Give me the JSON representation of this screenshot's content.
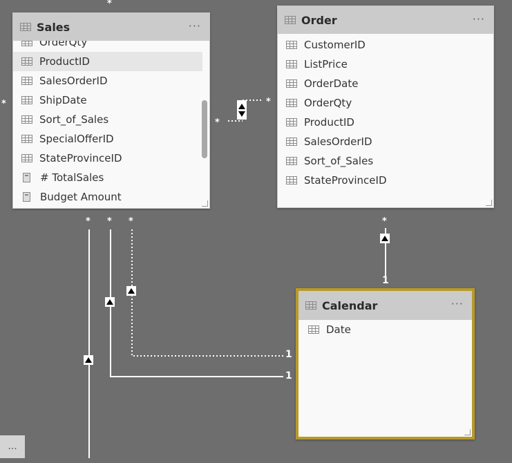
{
  "tables": {
    "sales": {
      "title": "Sales",
      "more": "···",
      "fields": [
        {
          "name": "OrderQty",
          "type": "column"
        },
        {
          "name": "ProductID",
          "type": "column"
        },
        {
          "name": "SalesOrderID",
          "type": "column"
        },
        {
          "name": "ShipDate",
          "type": "column"
        },
        {
          "name": "Sort_of_Sales",
          "type": "column"
        },
        {
          "name": "SpecialOfferID",
          "type": "column"
        },
        {
          "name": "StateProvinceID",
          "type": "column"
        },
        {
          "name": "# TotalSales",
          "type": "measure"
        },
        {
          "name": "Budget Amount",
          "type": "measure"
        }
      ]
    },
    "order": {
      "title": "Order",
      "more": "···",
      "fields": [
        {
          "name": "CustomerID"
        },
        {
          "name": "ListPrice"
        },
        {
          "name": "OrderDate"
        },
        {
          "name": "OrderQty"
        },
        {
          "name": "ProductID"
        },
        {
          "name": "SalesOrderID"
        },
        {
          "name": "Sort_of_Sales"
        },
        {
          "name": "StateProvinceID"
        }
      ]
    },
    "calendar": {
      "title": "Calendar",
      "more": "···",
      "fields": [
        {
          "name": "Date"
        }
      ]
    }
  },
  "cardinality": {
    "many": "*",
    "one": "1"
  },
  "bottom_tab": {
    "label": "···"
  },
  "colors": {
    "canvas": "#6e6e6e",
    "selected_border": "#b89a2a"
  }
}
